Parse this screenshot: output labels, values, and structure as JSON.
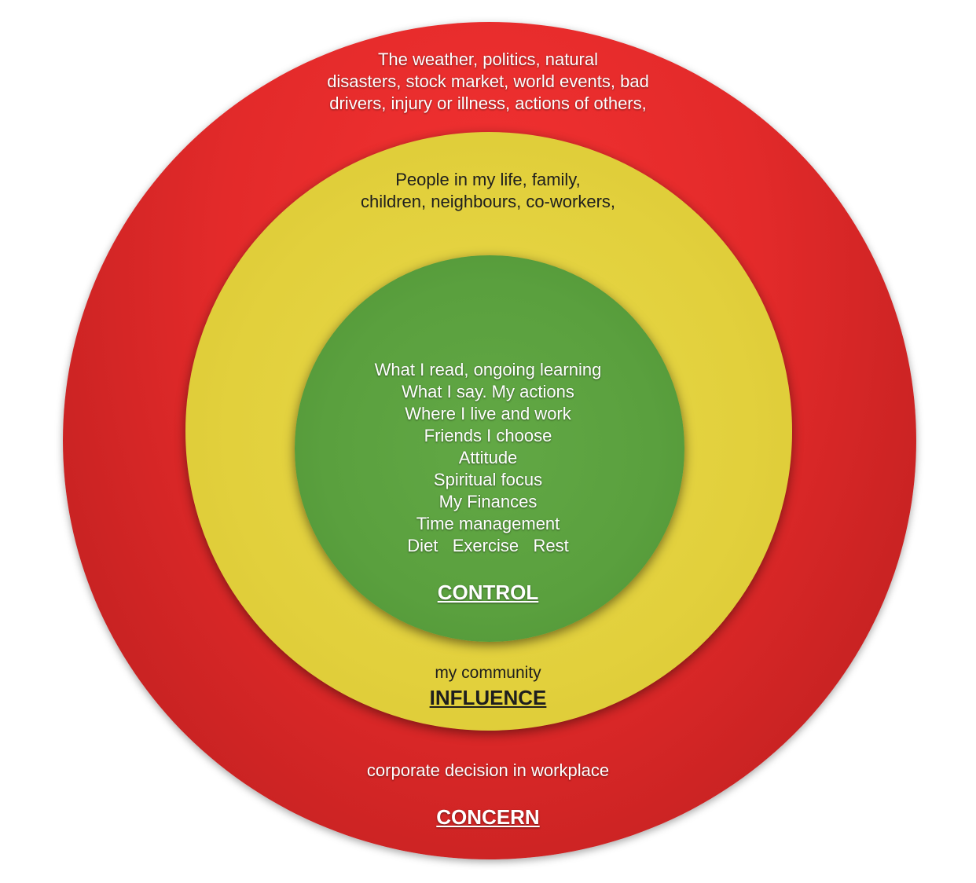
{
  "concern": {
    "examples": "The weather, politics, natural\ndisasters, stock market, world events, bad\ndrivers, injury or illness, actions of others,",
    "workplace": "corporate decision in workplace",
    "label": "CONCERN"
  },
  "influence": {
    "examples": "People in my life, family,\nchildren, neighbours, co-workers,",
    "community": "my community",
    "label": "INFLUENCE"
  },
  "control": {
    "items": [
      "What I read, ongoing learning",
      "What I say. My actions",
      "Where I live and work",
      "Friends I choose",
      "Attitude",
      "Spiritual focus",
      "My Finances",
      "Time management",
      "Diet   Exercise   Rest"
    ],
    "label": "CONTROL"
  },
  "colors": {
    "concern": "#e32a2a",
    "influence": "#e2d03c",
    "control": "#5aa03e"
  }
}
